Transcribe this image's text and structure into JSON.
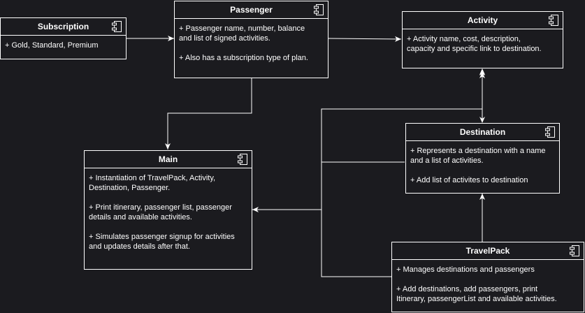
{
  "boxes": {
    "subscription": {
      "title": "Subscription",
      "text": "+ Gold, Standard, Premium"
    },
    "passenger": {
      "title": "Passenger",
      "text": "+ Passenger name, number, balance\nand list of signed activities.\n\n+ Also has a subscription type of  plan."
    },
    "activity": {
      "title": "Activity",
      "text": "+ Activity name, cost, description,\ncapacity and specific link to destination."
    },
    "destination": {
      "title": "Destination",
      "text": "+ Represents a destination with a name\nand a list of activities.\n\n+ Add list of activites to destination"
    },
    "main": {
      "title": "Main",
      "text": "+ Instantiation of TravelPack, Activity,\nDestination, Passenger.\n\n+ Print itinerary, passenger list, passenger\ndetails and available activities.\n\n+ Simulates passenger signup for activities\nand updates details after that."
    },
    "travelpack": {
      "title": "TravelPack",
      "text": "+ Manages destinations and passengers\n\n+ Add destinations, add passengers, print\nItinerary, passengerList and available activities."
    }
  },
  "icons": {
    "component": "component-icon"
  },
  "colors": {
    "background": "#1b1b1f",
    "line": "#ffffff"
  }
}
